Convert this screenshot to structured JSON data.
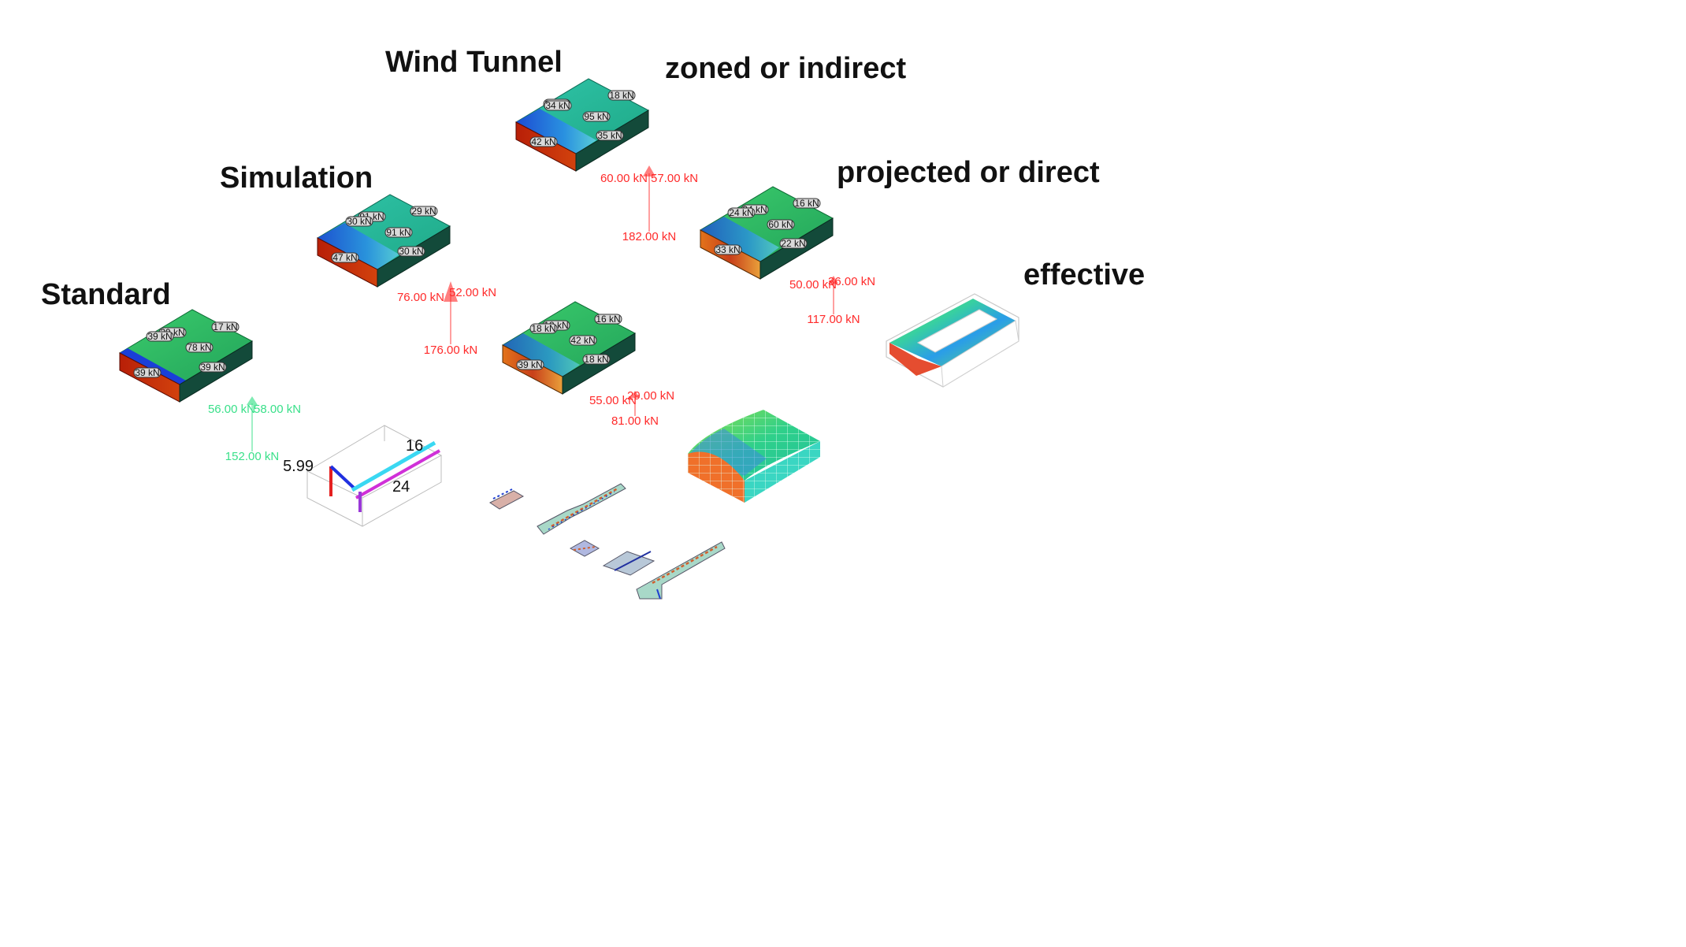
{
  "colors": {
    "roof_green": "#2fb86a",
    "roof_teal": "#2bb8a0",
    "wall_red": "#c4280a",
    "wall_dark": "#134a3a",
    "force_red": "#ff2a2a",
    "force_green": "#3ae08a"
  },
  "headings": {
    "wind_tunnel": "Wind Tunnel",
    "zoned_or_indirect": "zoned or indirect",
    "simulation": "Simulation",
    "projected_or_direct": "projected or direct",
    "standard": "Standard",
    "effective": "effective"
  },
  "models": {
    "wind_tunnel": {
      "labels": [
        "34 kN",
        "35 kN",
        "18 kN",
        "95 kN",
        "35 kN",
        "42 kN"
      ]
    },
    "simulation": {
      "labels": [
        "30 kN",
        "91 kN",
        "29 kN",
        "91 kN",
        "30 kN",
        "47 kN"
      ]
    },
    "standard": {
      "labels": [
        "39 kN",
        "39 kN",
        "17 kN",
        "78 kN",
        "39 kN",
        "39 kN"
      ]
    },
    "projected": {
      "labels": [
        "24 kN",
        "24 kN",
        "16 kN",
        "60 kN",
        "22 kN",
        "33 kN"
      ]
    },
    "center": {
      "labels": [
        "18 kN",
        "18 kN",
        "16 kN",
        "42 kN",
        "18 kN",
        "39 kN"
      ]
    }
  },
  "forces": {
    "wind_tunnel": {
      "left": "60.00 kN",
      "right": "57.00 kN",
      "total": "182.00 kN"
    },
    "simulation": {
      "left": "76.00 kN",
      "right": "52.00 kN",
      "total": "176.00 kN"
    },
    "projected": {
      "left": "50.00 kN",
      "right": "36.00 kN",
      "total": "117.00 kN"
    },
    "center": {
      "left": "55.00 kN",
      "right": "29.00 kN",
      "total": "81.00 kN"
    },
    "standard": {
      "left": "56.00 kN",
      "right": "58.00 kN",
      "total": "152.00 kN"
    }
  },
  "dimensions": {
    "height": "5.99",
    "width": "16",
    "length": "24"
  }
}
